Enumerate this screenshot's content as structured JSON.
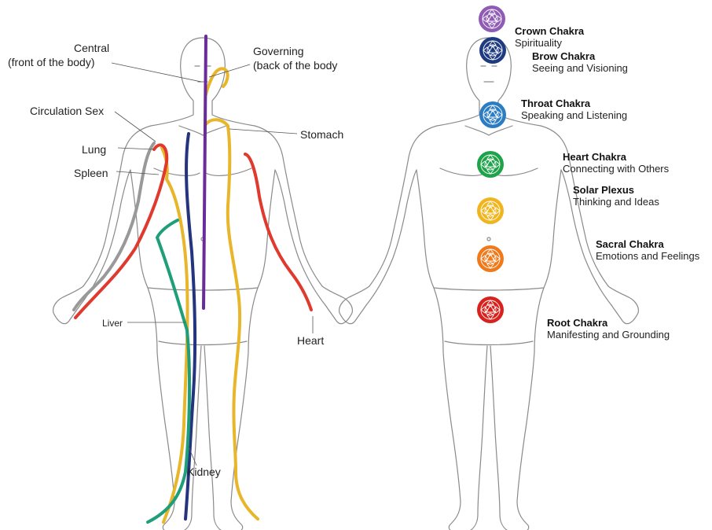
{
  "meridians": {
    "central": "Central",
    "central_sub": "(front of the body)",
    "governing": "Governing",
    "governing_sub": "(back of the body",
    "circulation_sex": "Circulation Sex",
    "lung": "Lung",
    "spleen": "Spleen",
    "stomach": "Stomach",
    "liver": "Liver",
    "heart": "Heart",
    "kidney": "Kidney"
  },
  "meridian_colors": {
    "central": "#6a2c9a",
    "governing": "#e8b62a",
    "stomach": "#e8b62a",
    "circulation_sex": "#999999",
    "lung": "#e03a2f",
    "spleen": "#e8b62a",
    "heart": "#e03a2f",
    "liver": "#1f9e7a",
    "kidney": "#24347e"
  },
  "chakras": [
    {
      "title": "Crown Chakra",
      "subtitle": "Spirituality",
      "color": "#8e5bb5",
      "icon": "crown-lotus-icon"
    },
    {
      "title": "Brow Chakra",
      "subtitle": "Seeing and Visioning",
      "color": "#1f3b80",
      "icon": "brow-lotus-icon"
    },
    {
      "title": "Throat Chakra",
      "subtitle": "Speaking and Listening",
      "color": "#2b7cc2",
      "icon": "throat-lotus-icon"
    },
    {
      "title": "Heart Chakra",
      "subtitle": "Connecting with Others",
      "color": "#1fa34a",
      "icon": "heart-lotus-icon"
    },
    {
      "title": "Solar Plexus",
      "subtitle": "Thinking and Ideas",
      "color": "#f0b51e",
      "icon": "solar-plexus-lotus-icon"
    },
    {
      "title": "Sacral Chakra",
      "subtitle": "Emotions and Feelings",
      "color": "#ef7a1c",
      "icon": "sacral-lotus-icon"
    },
    {
      "title": "Root Chakra",
      "subtitle": "Manifesting and Grounding",
      "color": "#d8221e",
      "icon": "root-lotus-icon"
    }
  ]
}
